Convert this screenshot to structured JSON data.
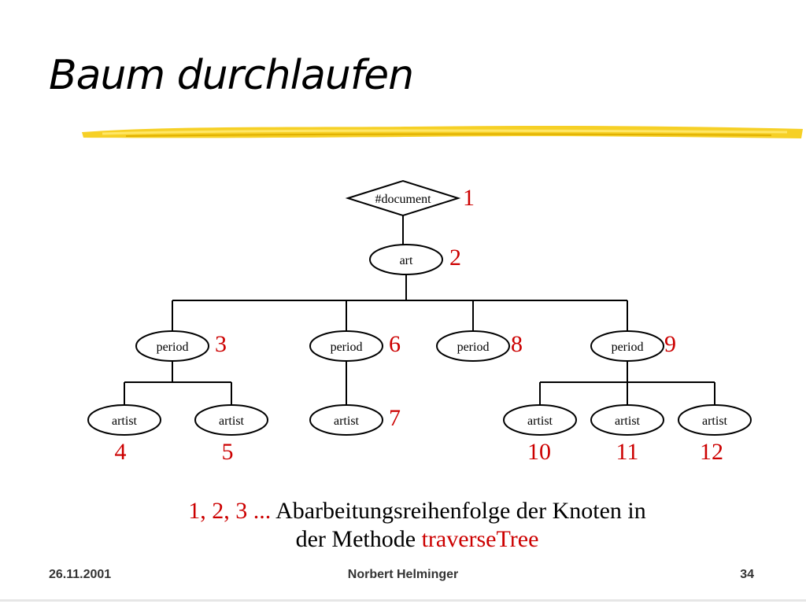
{
  "title": "Baum durchlaufen",
  "colors": {
    "accent_underline": "#f5c800",
    "order_number": "#cc0000",
    "line": "#000000"
  },
  "tree": {
    "root": {
      "label": "#document",
      "order": "1"
    },
    "art": {
      "label": "art",
      "order": "2"
    },
    "periods": [
      {
        "label": "period",
        "order": "3"
      },
      {
        "label": "period",
        "order": "6"
      },
      {
        "label": "period",
        "order": "8"
      },
      {
        "label": "period",
        "order": "9"
      }
    ],
    "artists": [
      {
        "label": "artist",
        "order": "4"
      },
      {
        "label": "artist",
        "order": "5"
      },
      {
        "label": "artist",
        "order": "7"
      },
      {
        "label": "artist",
        "order": "10"
      },
      {
        "label": "artist",
        "order": "11"
      },
      {
        "label": "artist",
        "order": "12"
      }
    ]
  },
  "caption": {
    "red_prefix": "1, 2, 3 ...",
    "text_line1": " Abarbeitungsreihenfolge der Knoten in",
    "text_line2": "der Methode ",
    "method_name": "traverseTree"
  },
  "footer": {
    "date": "26.11.2001",
    "author": "Norbert Helminger",
    "page": "34"
  }
}
